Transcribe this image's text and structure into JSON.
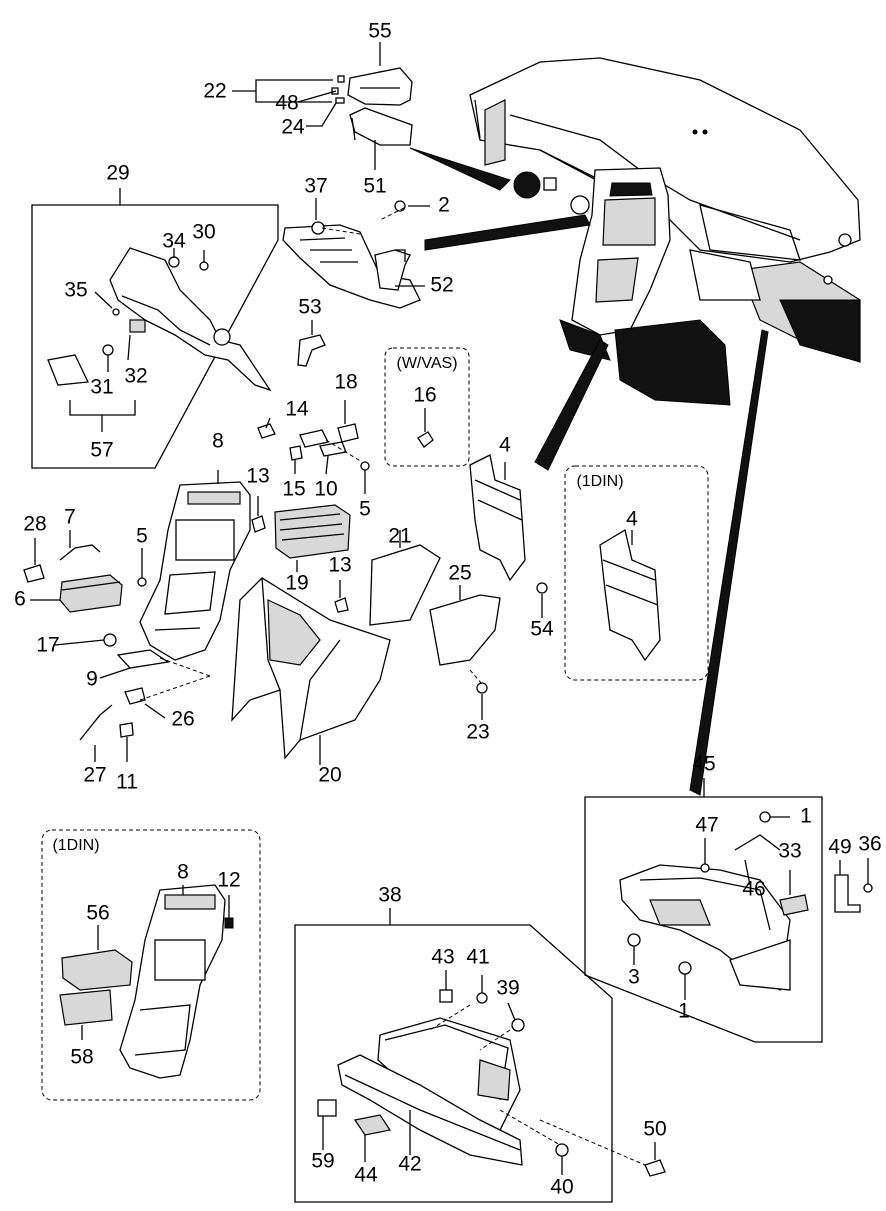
{
  "notes": {
    "wvas": "(W/VAS)",
    "din_right": "(1DIN)",
    "din_left": "(1DIN)"
  },
  "labels": {
    "l55": "55",
    "l22": "22",
    "l48": "48",
    "l24": "24",
    "l51": "51",
    "l29": "29",
    "l37": "37",
    "l2": "2",
    "l34": "34",
    "l30": "30",
    "l35": "35",
    "l52": "52",
    "l53": "53",
    "l31": "31",
    "l32": "32",
    "l57": "57",
    "l18": "18",
    "l16": "16",
    "l14": "14",
    "l8a": "8",
    "l13a": "13",
    "l15": "15",
    "l10": "10",
    "l5a": "5",
    "l4a": "4",
    "l4b": "4",
    "l28": "28",
    "l7": "7",
    "l5b": "5",
    "l21": "21",
    "l13b": "13",
    "l19": "19",
    "l6": "6",
    "l25": "25",
    "l54": "54",
    "l17": "17",
    "l9": "9",
    "l26": "26",
    "l23": "23",
    "l27": "27",
    "l11": "11",
    "l20": "20",
    "l45": "45",
    "l1a": "1",
    "l47": "47",
    "l33": "33",
    "l49": "49",
    "l36": "36",
    "l46": "46",
    "l3": "3",
    "l1b": "1",
    "l8b": "8",
    "l12": "12",
    "l56": "56",
    "l58": "58",
    "l38": "38",
    "l43": "43",
    "l41": "41",
    "l39": "39",
    "l59": "59",
    "l44": "44",
    "l42": "42",
    "l40": "40",
    "l50": "50"
  }
}
